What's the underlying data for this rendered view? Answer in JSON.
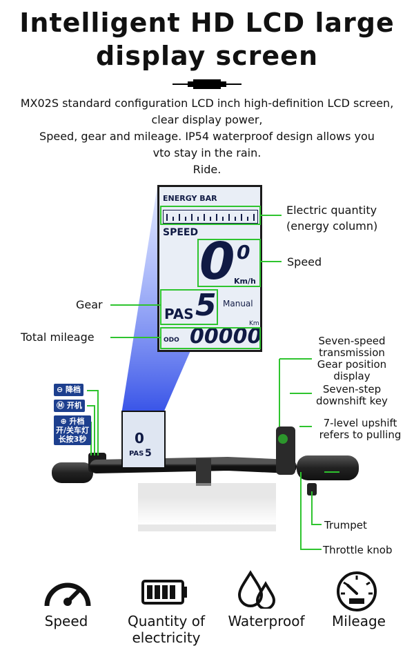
{
  "header": {
    "title_line1": "Intelligent HD LCD large",
    "title_line2": "display screen"
  },
  "description": {
    "line1": "MX02S standard configuration LCD inch high-definition LCD screen,",
    "line2": "clear display power,",
    "line3": "Speed, gear and mileage. IP54 waterproof design allows you",
    "line4": "vto stay in the rain.",
    "line5": "Ride."
  },
  "lcd": {
    "energy_label": "ENERGY BAR",
    "speed_label": "SPEED",
    "speed_value": "0",
    "speed_decimal": "0",
    "speed_unit": "Km/h",
    "pas_label": "PAS",
    "pas_value": "5",
    "mode": "Manual",
    "odo_unit": "Km",
    "odo_label": "ODO",
    "odo_value": "00000"
  },
  "annotations": {
    "electric_1": "Electric quantity",
    "electric_2": "(energy column)",
    "speed": "Speed",
    "gear": "Gear",
    "total_mileage": "Total mileage",
    "seven_speed_1": "Seven-speed",
    "seven_speed_2": "transmission",
    "seven_speed_3": "Gear position",
    "seven_speed_4": "display",
    "downshift_1": "Seven-step",
    "downshift_2": "downshift key",
    "upshift_1": "7-level upshift",
    "upshift_2": "refers to pulling",
    "trumpet": "Trumpet",
    "throttle": "Throttle knob"
  },
  "control_keys": {
    "down": "降档",
    "power": "开机",
    "up": "升档",
    "light_1": "开/关车灯",
    "light_2": "长按3秒"
  },
  "features": [
    {
      "label": "Speed",
      "icon": "speedometer-icon"
    },
    {
      "label": "Quantity of electricity",
      "icon": "battery-icon"
    },
    {
      "label": "Waterproof",
      "icon": "water-drops-icon"
    },
    {
      "label": "Mileage",
      "icon": "odometer-icon"
    }
  ],
  "colors": {
    "annotation_green": "#2ec42e",
    "lcd_blue": "#101a44",
    "beam_blue": "#3a5bf0",
    "key_blue": "#1d3f8e"
  }
}
